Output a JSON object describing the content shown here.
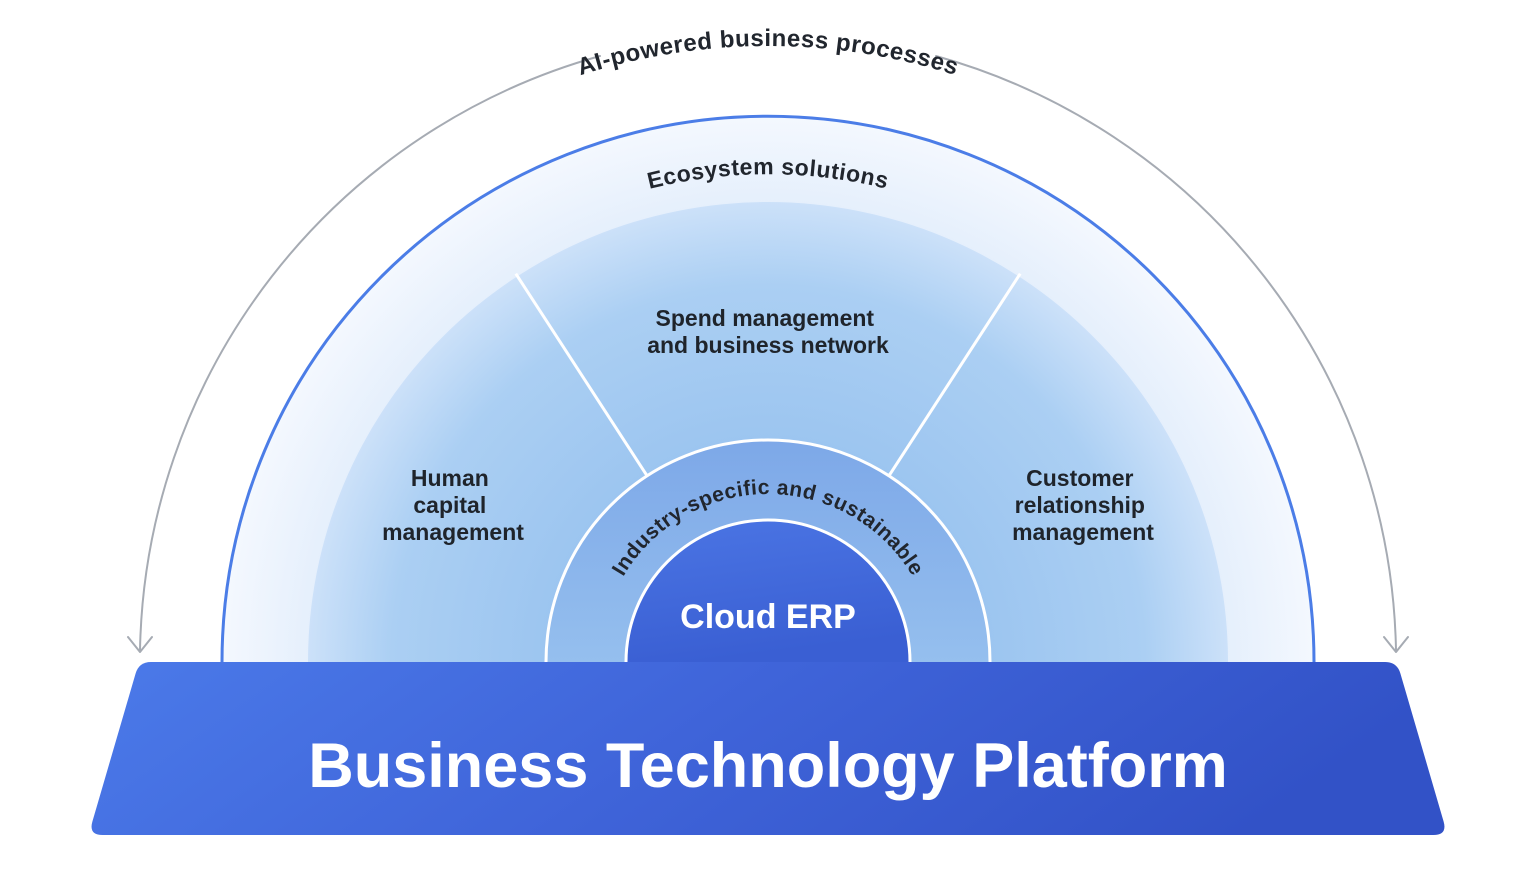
{
  "diagram": {
    "top_arc": {
      "label": "AI-powered business processes"
    },
    "outer_ring": {
      "label": "Ecosystem solutions"
    },
    "segments": [
      {
        "id": "human-capital-management",
        "lines": [
          "Human",
          "capital",
          "management"
        ]
      },
      {
        "id": "spend-management-business-network",
        "lines": [
          "Spend management",
          "and business network"
        ]
      },
      {
        "id": "customer-relationship-management",
        "lines": [
          "Customer",
          "relationship",
          "management"
        ]
      }
    ],
    "inner_ring": {
      "label": "Industry-specific and sustainable"
    },
    "core": {
      "label": "Cloud ERP"
    },
    "platform": {
      "label": "Business Technology Platform"
    }
  },
  "colors": {
    "outer_ring_stroke": "#4b7de7",
    "outer_ring_fill": "#eaf2fd",
    "segment_fill": "#a9cdf3",
    "inner_ring_fill": "#84adea",
    "core_fill_top": "#4b75e4",
    "core_fill_bottom": "#3a5fd3",
    "platform_left": "#4b7ae9",
    "platform_right": "#3252c7",
    "arrow_line": "#a6abb3",
    "text_dark": "#21262e",
    "text_light": "#ffffff"
  }
}
